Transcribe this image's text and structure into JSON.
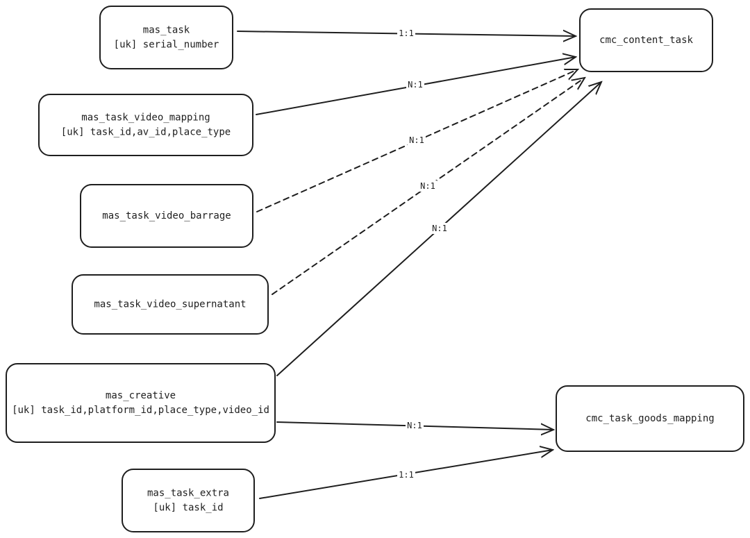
{
  "entities": {
    "mas_task": {
      "lines": [
        "mas_task",
        "[uk] serial_number"
      ]
    },
    "mas_task_video_mapping": {
      "lines": [
        "mas_task_video_mapping",
        "[uk] task_id,av_id,place_type"
      ]
    },
    "mas_task_video_barrage": {
      "lines": [
        "mas_task_video_barrage"
      ]
    },
    "mas_task_video_supernatant": {
      "lines": [
        "mas_task_video_supernatant"
      ]
    },
    "mas_creative": {
      "lines": [
        "mas_creative",
        "[uk] task_id,platform_id,place_type,video_id"
      ]
    },
    "mas_task_extra": {
      "lines": [
        "mas_task_extra",
        "[uk] task_id"
      ]
    },
    "cmc_content_task": {
      "lines": [
        "cmc_content_task"
      ]
    },
    "cmc_task_goods_mapping": {
      "lines": [
        "cmc_task_goods_mapping"
      ]
    }
  },
  "relations": [
    {
      "from": "mas_task",
      "to": "cmc_content_task",
      "label": "1:1",
      "style": "solid"
    },
    {
      "from": "mas_task_video_mapping",
      "to": "cmc_content_task",
      "label": "N:1",
      "style": "solid"
    },
    {
      "from": "mas_task_video_barrage",
      "to": "cmc_content_task",
      "label": "N:1",
      "style": "dashed"
    },
    {
      "from": "mas_task_video_supernatant",
      "to": "cmc_content_task",
      "label": "N:1",
      "style": "dashed"
    },
    {
      "from": "mas_creative",
      "to": "cmc_content_task",
      "label": "N:1",
      "style": "solid"
    },
    {
      "from": "mas_creative",
      "to": "cmc_task_goods_mapping",
      "label": "N:1",
      "style": "solid"
    },
    {
      "from": "mas_task_extra",
      "to": "cmc_task_goods_mapping",
      "label": "1:1",
      "style": "solid"
    }
  ],
  "colors": {
    "stroke": "#1e1e1e",
    "background": "#ffffff"
  }
}
